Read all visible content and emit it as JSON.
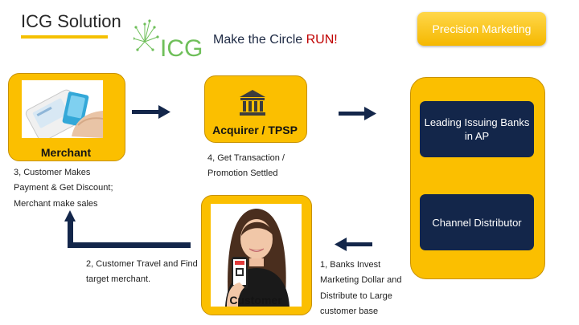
{
  "header": {
    "title": "ICG Solution",
    "logo_text": "ICG",
    "tagline_prefix": "Make the Circle ",
    "tagline_highlight": "RUN!",
    "precision_button": "Precision Marketing"
  },
  "nodes": {
    "merchant": "Merchant",
    "acquirer": "Acquirer / TPSP",
    "customer": "Customer",
    "issuing_banks": "Leading Issuing Banks in AP",
    "channel_distributor": "Channel Distributor"
  },
  "steps": {
    "step1": "1, Banks Invest Marketing Dollar and Distribute to Large customer base",
    "step2": "2, Customer Travel and Find target merchant.",
    "step3": "3, Customer Makes Payment & Get Discount; Merchant make sales",
    "step4": "4,  Get Transaction / Promotion Settled"
  },
  "colors": {
    "accent_yellow": "#fbbf00",
    "navy": "#13264a",
    "run_red": "#c00000",
    "logo_green": "#6fbf5a"
  }
}
